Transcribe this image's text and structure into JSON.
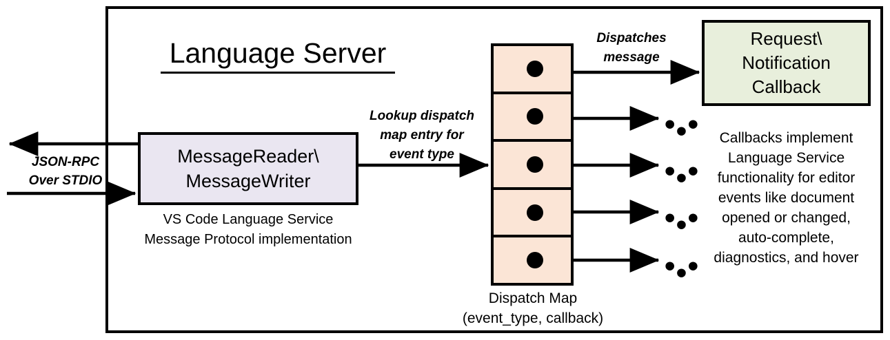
{
  "diagram": {
    "title": "Language Server",
    "container_border_color": "#000000",
    "background": "#FFFFFF"
  },
  "io": {
    "label": "JSON-RPC\nOver STDIO",
    "label_line1": "JSON-RPC",
    "label_line2": "Over STDIO",
    "outbound_arrow": "arrow-left",
    "inbound_arrow": "arrow-right"
  },
  "message_box": {
    "line1": "MessageReader\\",
    "line2": "MessageWriter",
    "fill": "#EAE6F1",
    "caption_line1": "VS Code Language Service",
    "caption_line2": "Message Protocol implementation"
  },
  "lookup": {
    "line1": "Lookup dispatch",
    "line2": "map entry for",
    "line3": "event type"
  },
  "dispatch_map": {
    "fill": "#FBE5D6",
    "rows": 5,
    "caption_line1": "Dispatch Map",
    "caption_line2": "(event_type, callback)",
    "entries": [
      {
        "marker": "callback-dot",
        "target": "Request\\Notification Callback"
      },
      {
        "marker": "callback-dot",
        "target": "..."
      },
      {
        "marker": "callback-dot",
        "target": "..."
      },
      {
        "marker": "callback-dot",
        "target": "..."
      },
      {
        "marker": "callback-dot",
        "target": "..."
      }
    ]
  },
  "dispatch_edge": {
    "line1": "Dispatches",
    "line2": "message"
  },
  "callback_box": {
    "line1": "Request\\",
    "line2": "Notification",
    "line3": "Callback",
    "fill": "#E8EFDC",
    "caption": "Callbacks implement Language Service functionality for editor events like document opened or changed, auto-complete, diagnostics, and hover",
    "caption_line1": "Callbacks implement",
    "caption_line2": "Language Service",
    "caption_line3": "functionality for editor",
    "caption_line4": "events like document",
    "caption_line5": "opened or changed,",
    "caption_line6": "auto-complete,",
    "caption_line7": "diagnostics, and hover"
  },
  "ellipsis": {
    "glyph": "• • •"
  }
}
